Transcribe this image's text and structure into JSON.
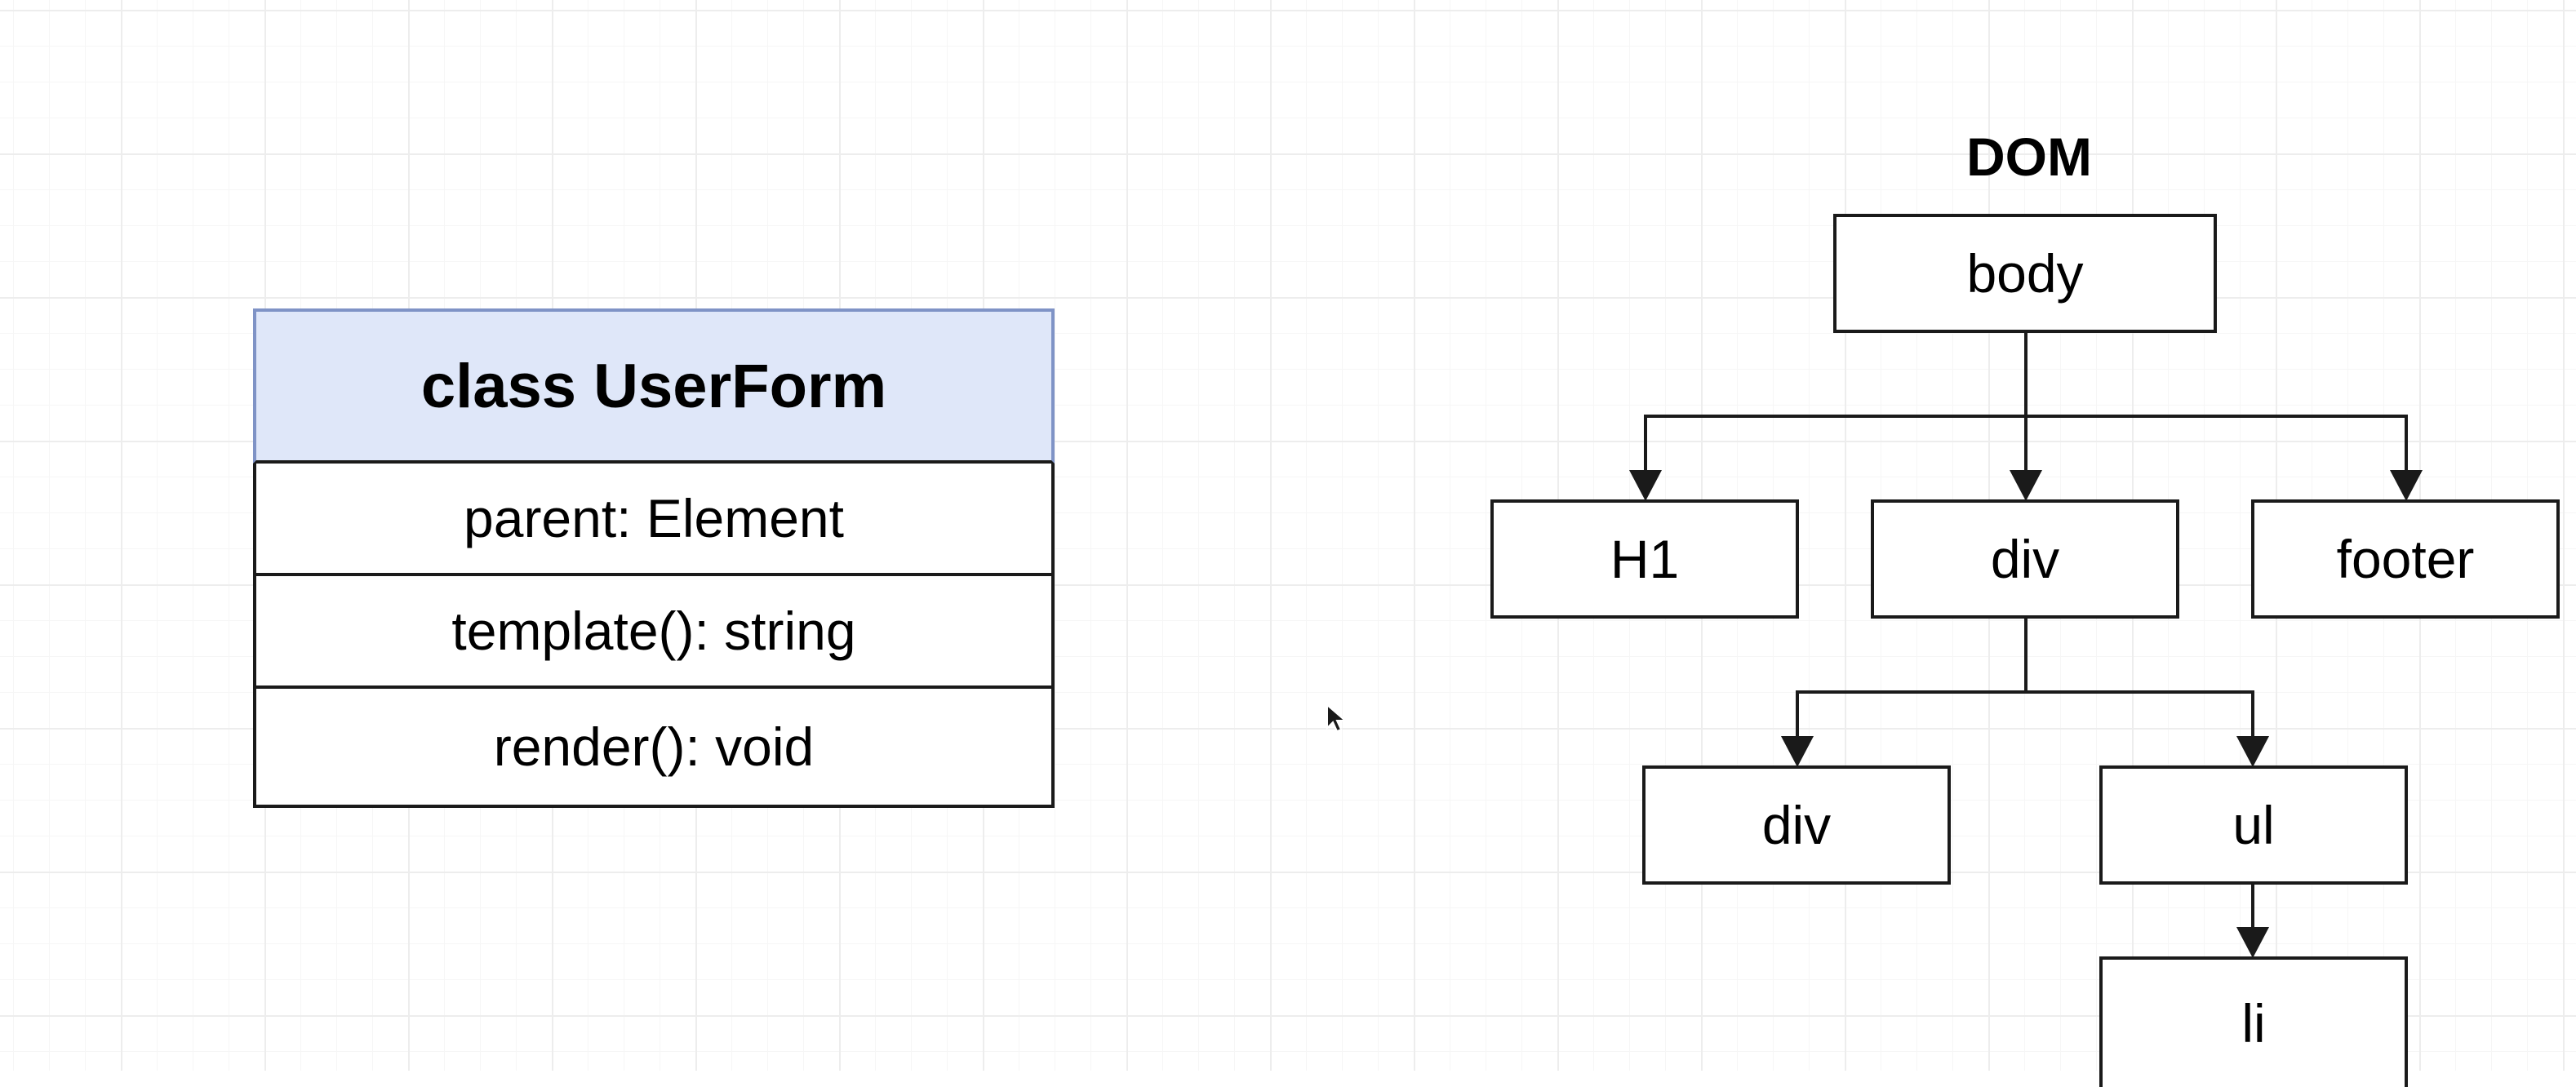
{
  "uml_class": {
    "title": "class UserForm",
    "rows": [
      {
        "label": "parent: Element"
      },
      {
        "label": "template(): string"
      },
      {
        "label": "render(): void"
      }
    ]
  },
  "dom_tree": {
    "title": "DOM",
    "nodes": {
      "body": "body",
      "h1": "H1",
      "div": "div",
      "footer": "footer",
      "inner_div": "div",
      "ul": "ul",
      "li": "li"
    }
  },
  "colors": {
    "header_fill": "#dfe7f9",
    "header_border": "#7f93c6",
    "line": "#1a1a1a"
  },
  "icons": [
    "mouse-cursor-icon"
  ]
}
